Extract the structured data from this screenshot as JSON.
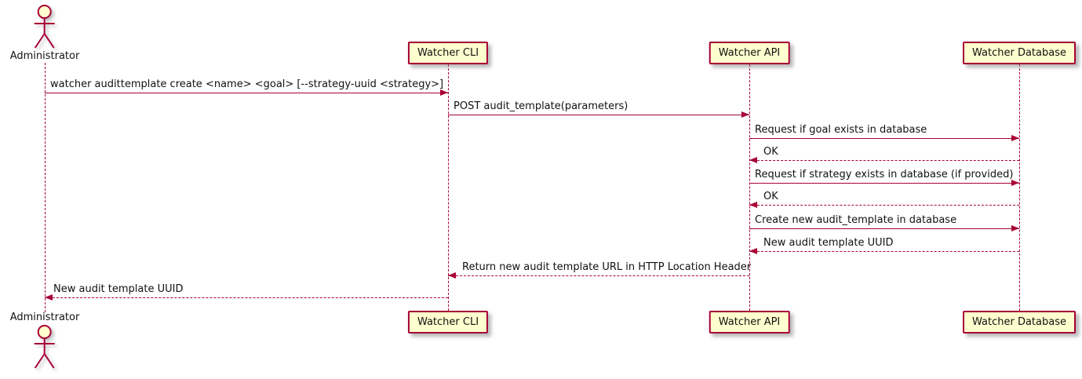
{
  "diagram_type": "sequence-diagram",
  "colors": {
    "accent": "#A80036",
    "participant_fill": "#FEFECE",
    "text": "#111111",
    "background": "#FFFFFF"
  },
  "actors": {
    "administrator": {
      "label": "Administrator",
      "icon": "stick-figure-actor-icon"
    }
  },
  "participants": [
    {
      "id": "watcher-cli",
      "label": "Watcher CLI"
    },
    {
      "id": "watcher-api",
      "label": "Watcher API"
    },
    {
      "id": "watcher-database",
      "label": "Watcher Database"
    }
  ],
  "messages": [
    {
      "from": "Administrator",
      "to": "Watcher CLI",
      "style": "solid",
      "direction": "right",
      "text": "watcher audittemplate create <name> <goal> [--strategy-uuid <strategy>]"
    },
    {
      "from": "Watcher CLI",
      "to": "Watcher API",
      "style": "solid",
      "direction": "right",
      "text": "POST audit_template(parameters)"
    },
    {
      "from": "Watcher API",
      "to": "Watcher Database",
      "style": "solid",
      "direction": "right",
      "text": "Request if goal exists in database"
    },
    {
      "from": "Watcher Database",
      "to": "Watcher API",
      "style": "dashed",
      "direction": "left",
      "text": "OK"
    },
    {
      "from": "Watcher API",
      "to": "Watcher Database",
      "style": "solid",
      "direction": "right",
      "text": "Request if strategy exists in database (if provided)"
    },
    {
      "from": "Watcher Database",
      "to": "Watcher API",
      "style": "dashed",
      "direction": "left",
      "text": "OK"
    },
    {
      "from": "Watcher API",
      "to": "Watcher Database",
      "style": "solid",
      "direction": "right",
      "text": "Create new audit_template in database"
    },
    {
      "from": "Watcher Database",
      "to": "Watcher API",
      "style": "dashed",
      "direction": "left",
      "text": "New audit template UUID"
    },
    {
      "from": "Watcher API",
      "to": "Watcher CLI",
      "style": "dashed",
      "direction": "left",
      "text": "Return new audit template URL in HTTP Location Header"
    },
    {
      "from": "Watcher CLI",
      "to": "Administrator",
      "style": "dashed",
      "direction": "left",
      "text": "New audit template UUID"
    }
  ]
}
